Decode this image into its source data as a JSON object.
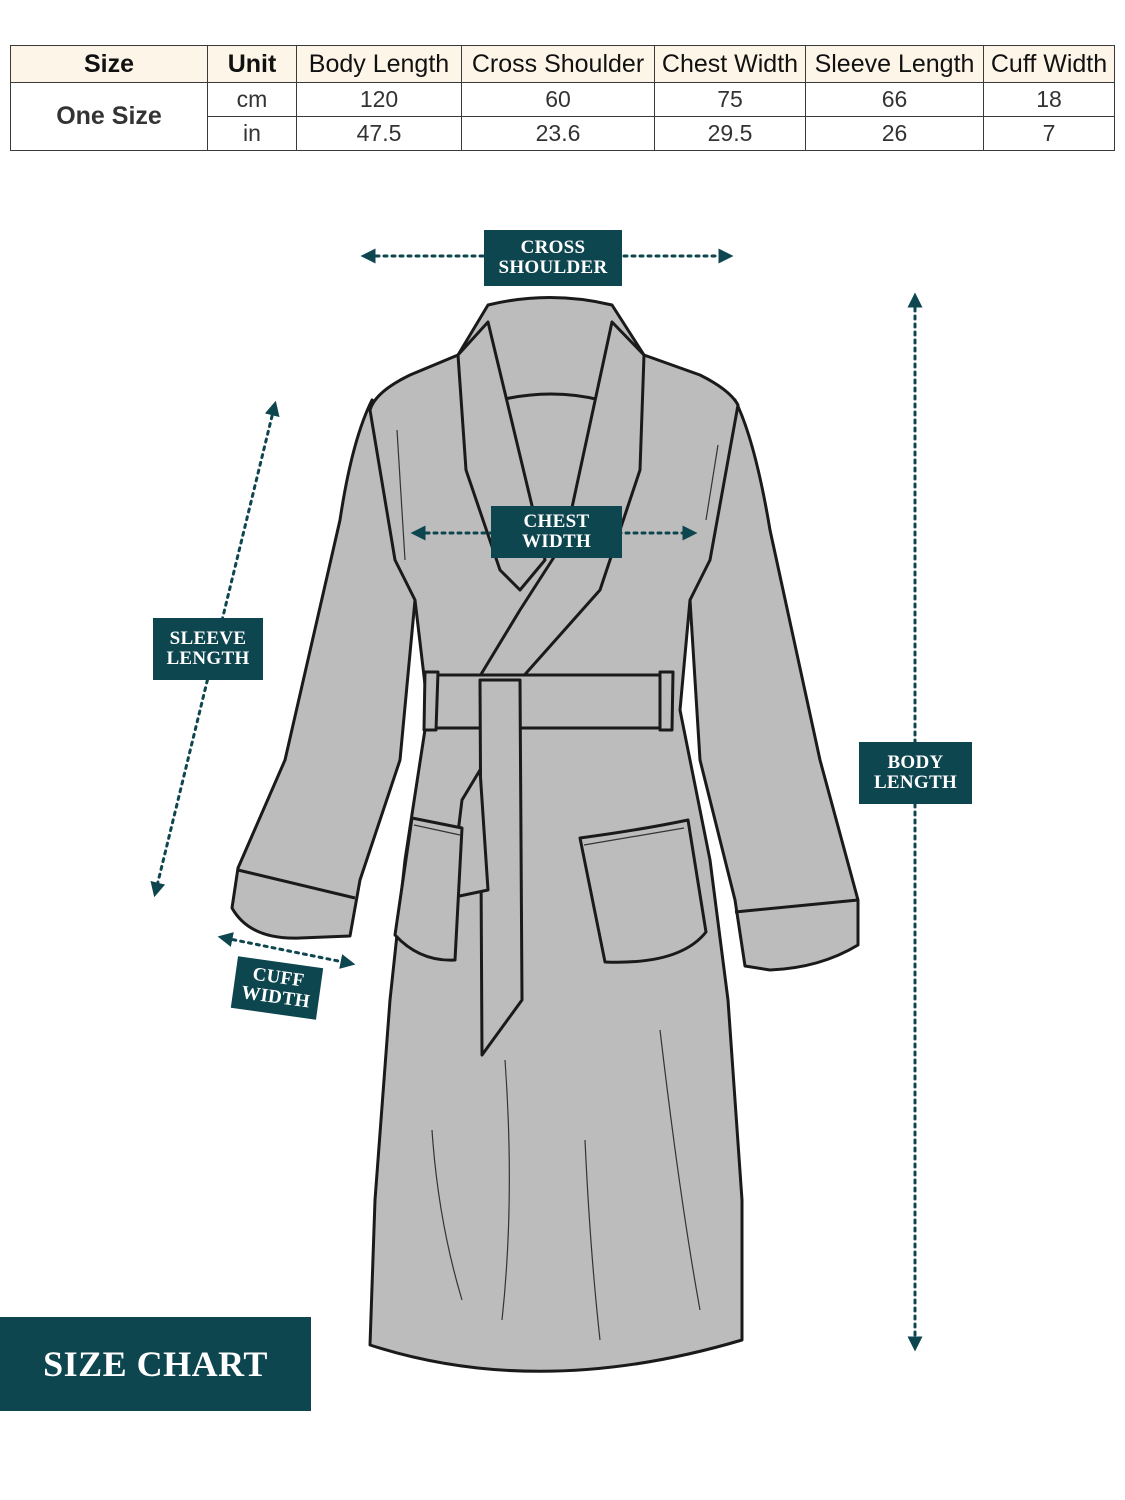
{
  "table": {
    "headers": [
      "Size",
      "Unit",
      "Body Length",
      "Cross Shoulder",
      "Chest Width",
      "Sleeve Length",
      "Cuff Width"
    ],
    "size_label": "One Size",
    "rows": [
      {
        "unit": "cm",
        "values": [
          "120",
          "60",
          "75",
          "66",
          "18"
        ]
      },
      {
        "unit": "in",
        "values": [
          "47.5",
          "23.6",
          "29.5",
          "26",
          "7"
        ]
      }
    ]
  },
  "labels": {
    "cross_shoulder": [
      "CROSS",
      "SHOULDER"
    ],
    "chest_width": [
      "CHEST",
      "WIDTH"
    ],
    "sleeve_length": [
      "SLEEVE",
      "LENGTH"
    ],
    "body_length": [
      "BODY",
      "LENGTH"
    ],
    "cuff_width": [
      "CUFF",
      "WIDTH"
    ]
  },
  "title": "SIZE CHART",
  "colors": {
    "accent": "#0e4650",
    "header_bg": "#fdf6e8",
    "robe_fill": "#bcbcbc",
    "outline": "#1a1a1a"
  }
}
